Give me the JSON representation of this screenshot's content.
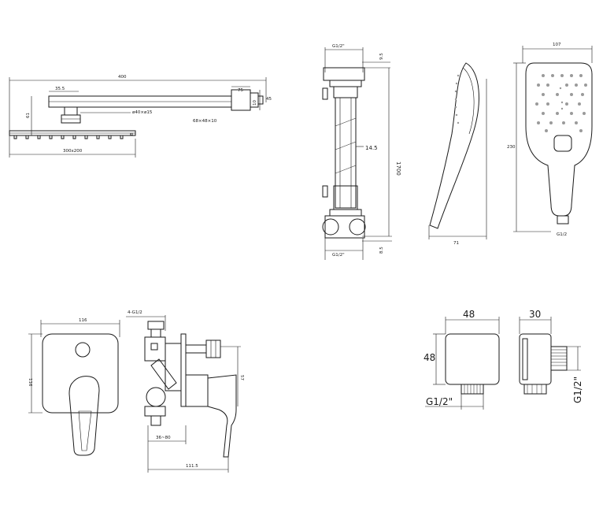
{
  "overhead_shower": {
    "dim_total_length": "400",
    "dim_arm_offset": "35.5",
    "dim_height": "61",
    "dim_flange_width": "75",
    "dim_flange_height": "45",
    "dim_flange_depth": "10",
    "dim_pipe_size": "ø40×ø15",
    "dim_arm_section": "68×48×10",
    "dim_plate_thickness": "8",
    "dim_plate_size": "300x200"
  },
  "slide_bar": {
    "thread_top": "G1/2\"",
    "thread_bottom": "G1/2\"",
    "dim_top_offset": "9.5",
    "dim_bottom_offset": "8.5",
    "dim_hose_length": "1700",
    "dim_hose_diameter": "14.5"
  },
  "hand_shower": {
    "dim_width": "107",
    "dim_length": "230",
    "dim_depth": "71",
    "thread": "G1/2"
  },
  "mixer": {
    "dim_plate_width": "116",
    "dim_plate_height": "116",
    "dim_ports": "4-G1/2",
    "dim_body_depth": "57",
    "dim_install_range": "36~80",
    "dim_total_depth": "111.5"
  },
  "wall_outlet": {
    "dim_width": "48",
    "dim_height": "48",
    "dim_depth": "30",
    "thread_front": "G1/2\"",
    "thread_side": "G1/2\""
  }
}
